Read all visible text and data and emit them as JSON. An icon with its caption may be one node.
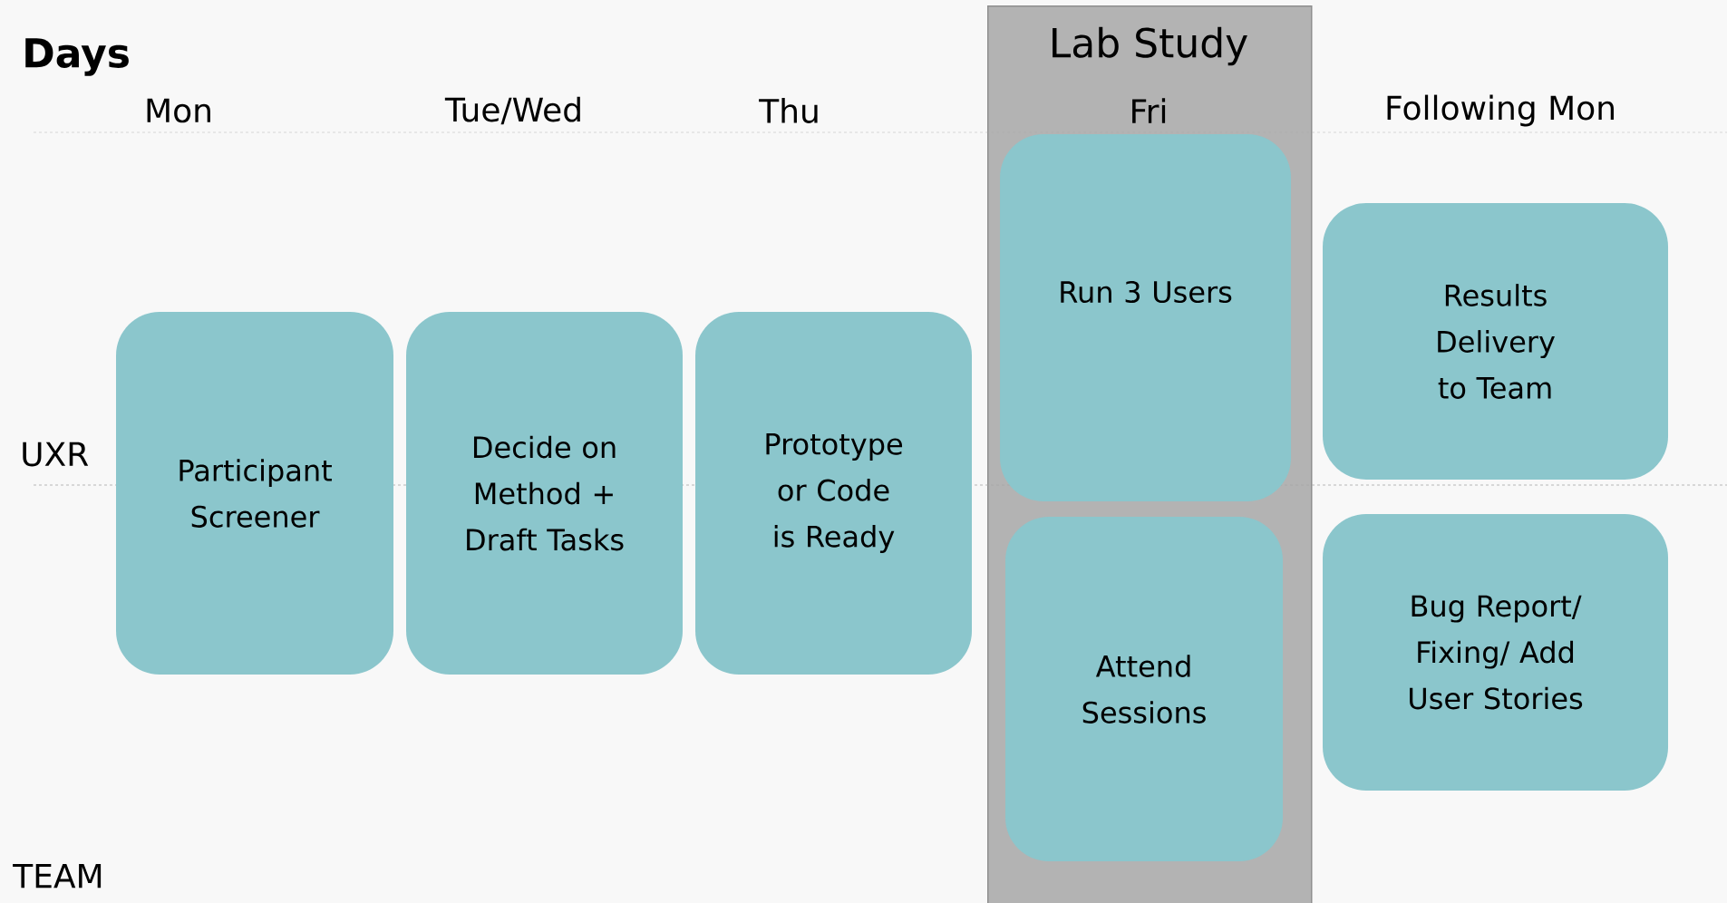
{
  "diagram": {
    "nodes": [
      {
        "text": [
          "Participant Screener"
        ]
      },
      {
        "text": [
          "Decide on Method + Draft Tasks"
        ]
      },
      {
        "text": [
          "Prototype or Code is Ready"
        ]
      },
      {
        "text": [
          "Lab Study",
          "Fri"
        ]
      },
      {
        "text": [
          "Run 3 Users"
        ],
        "in": 3
      },
      {
        "text": [
          "Attend Sessions"
        ],
        "in": 3
      },
      {
        "text": [
          "Results Delivery to Team"
        ]
      },
      {
        "text": [
          "Bug Report/ Fixing/ Add User Stories"
        ]
      }
    ],
    "labels": [
      "Days",
      "Mon",
      "Tue/Wed",
      "Thu",
      "Following Mon",
      "UXR",
      "TEAM"
    ]
  }
}
